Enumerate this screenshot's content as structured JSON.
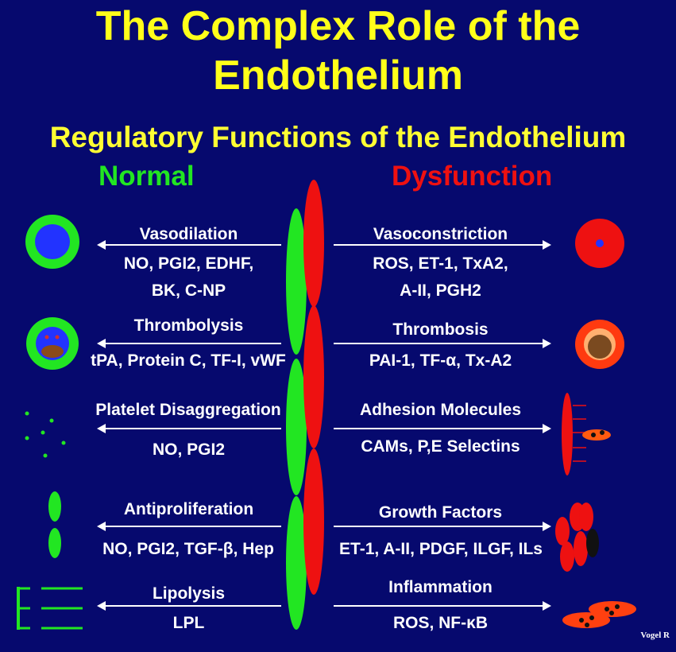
{
  "title": "The Complex Role of the Endothelium",
  "subtitle": "Regulatory Functions of the Endothelium",
  "normal_label": "Normal",
  "dysfunction_label": "Dysfunction",
  "normal_color": "#22e622",
  "dysfunction_color": "#ee1111",
  "rows": [
    {
      "normal_name": "Vasodilation",
      "normal_mediators_1": "NO, PGI2, EDHF,",
      "normal_mediators_2": "BK, C-NP",
      "dys_name": "Vasoconstriction",
      "dys_mediators_1": "ROS, ET-1, TxA2,",
      "dys_mediators_2": "A-II, PGH2"
    },
    {
      "normal_name": "Thrombolysis",
      "normal_mediators_1": "tPA, Protein C, TF-I, vWF",
      "dys_name": "Thrombosis",
      "dys_mediators_1": "PAI-1, TF-α, Tx-A2"
    },
    {
      "normal_name": "Platelet Disaggregation",
      "normal_mediators_1": "NO, PGI2",
      "dys_name": "Adhesion Molecules",
      "dys_mediators_1": "CAMs, P,E Selectins"
    },
    {
      "normal_name": "Antiproliferation",
      "normal_mediators_1": "NO, PGI2, TGF-β, Hep",
      "dys_name": "Growth Factors",
      "dys_mediators_1": "ET-1, A-II, PDGF, ILGF, ILs"
    },
    {
      "normal_name": "Lipolysis",
      "normal_mediators_1": "LPL",
      "dys_name": "Inflammation",
      "dys_mediators_1": "ROS, NF-κB"
    }
  ],
  "credit": "Vogel R"
}
